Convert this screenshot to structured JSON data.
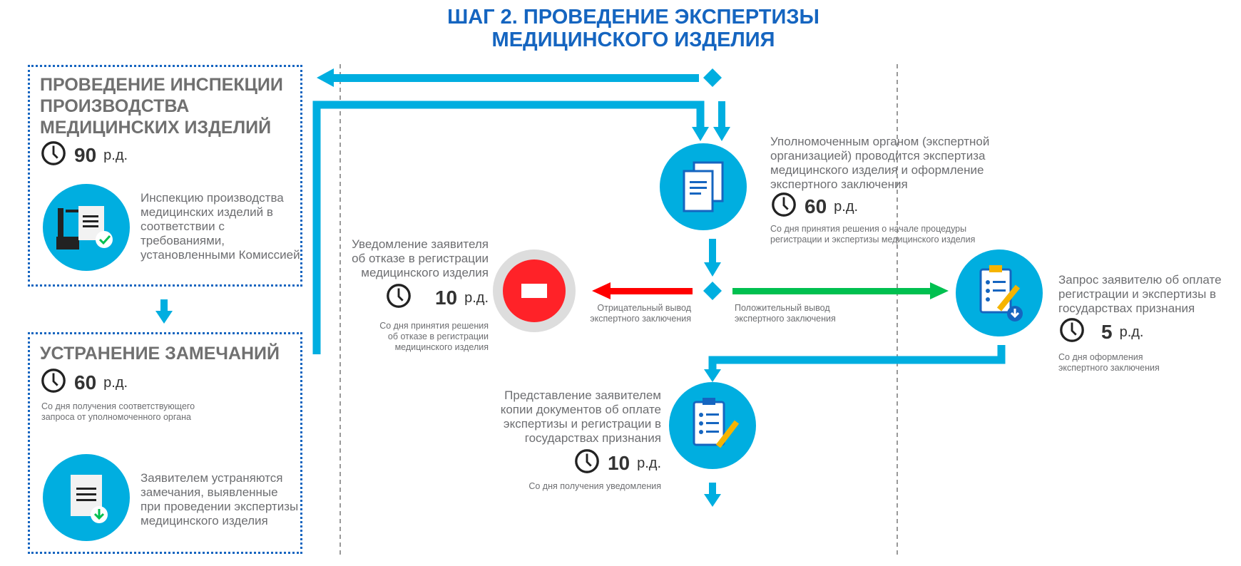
{
  "title": {
    "line1": "ШАГ 2. ПРОВЕДЕНИЕ ЭКСПЕРТИЗЫ",
    "line2": "МЕДИЦИНСКОГО ИЗДЕЛИЯ"
  },
  "inspection": {
    "title": [
      "ПРОВЕДЕНИЕ ИНСПЕКЦИИ",
      "ПРОИЗВОДСТВА",
      "МЕДИЦИНСКИХ ИЗДЕЛИЙ"
    ],
    "days": "90",
    "unit": "р.д.",
    "text": [
      "Инспекцию производства",
      "медицинских изделий в",
      "соответствии с",
      "требованиями,",
      "установленными Комиссией"
    ]
  },
  "remarks": {
    "title": "УСТРАНЕНИЕ ЗАМЕЧАНИЙ",
    "days": "60",
    "unit": "р.д.",
    "note": [
      "Со дня получения соответствующего",
      "запроса от уполномоченного органа"
    ],
    "text": [
      "Заявителем устраняются",
      "замечания, выявленные",
      "при проведении экспертизы",
      "медицинского изделия"
    ]
  },
  "expertise": {
    "text": [
      "Уполномоченным органом (экспертной",
      "организацией) проводится экспертиза",
      "медицинского изделия и оформление",
      "экспертного заключения"
    ],
    "days": "60",
    "unit": "р.д.",
    "note": [
      "Со дня принятия решения о начале процедуры",
      "регистрации и экспертизы медицинского изделия"
    ]
  },
  "refusal": {
    "text": [
      "Уведомление заявителя",
      "об отказе в регистрации",
      "медицинского изделия"
    ],
    "days": "10",
    "unit": "р.д.",
    "note": [
      "Со дня принятия решения",
      "об отказе в регистрации",
      "медицинского изделия"
    ]
  },
  "negative": [
    "Отрицательный вывод",
    "экспертного заключения"
  ],
  "positive": [
    "Положительный вывод",
    "экспертного заключения"
  ],
  "payment_request": {
    "text": [
      "Запрос заявителю об оплате",
      "регистрации и экспертизы в",
      "государствах признания"
    ],
    "days": "5",
    "unit": "р.д.",
    "note": [
      "Со дня оформления",
      "экспертного заключения"
    ]
  },
  "payment_docs": {
    "text": [
      "Представление заявителем",
      "копии документов об оплате",
      "экспертизы и регистрации в",
      "государствах признания"
    ],
    "days": "10",
    "unit": "р.д.",
    "note": [
      "Со дня получения уведомления"
    ]
  },
  "colors": {
    "blue": "#00aee0",
    "dark_blue": "#1565c0",
    "red": "#ff0000",
    "green": "#00c050"
  }
}
